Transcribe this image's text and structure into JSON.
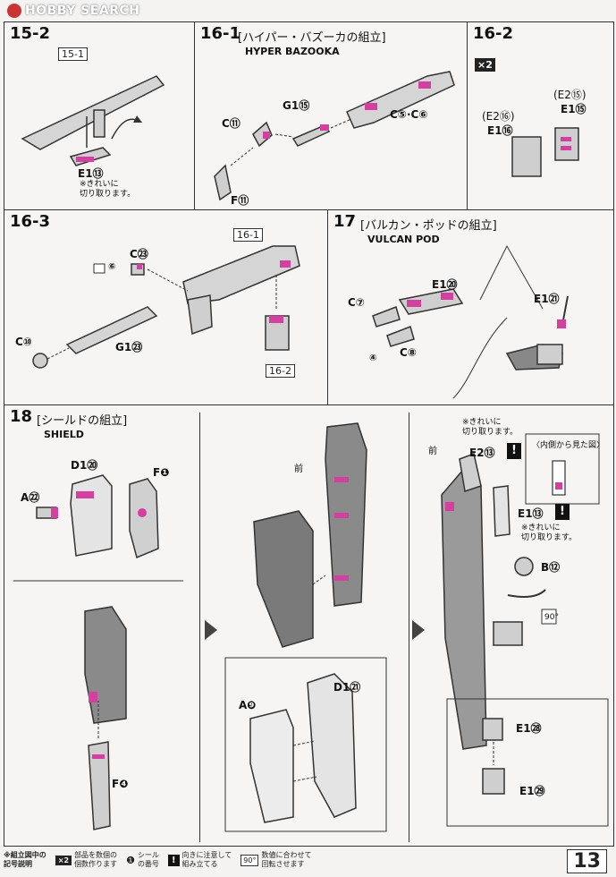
{
  "watermark": "HOBBY SEARCH",
  "page_number": "13",
  "steps": {
    "s15_2": {
      "num": "15-2",
      "ref": "15-1",
      "part": "E1⑬",
      "note": "※きれいに\n切り取ります。"
    },
    "s16_1": {
      "num": "16-1",
      "jp": "[ハイパー・バズーカの組立]",
      "en": "HYPER BAZOOKA",
      "parts": [
        "C⑪",
        "G1⑮",
        "C⑤·C⑥",
        "F⑪"
      ]
    },
    "s16_2": {
      "num": "16-2",
      "badge": "×2",
      "parts": [
        "(E2⑯)",
        "E1⑯",
        "(E2⑮)",
        "E1⑮"
      ]
    },
    "s16_3": {
      "num": "16-3",
      "ref_top": "16-1",
      "ref_bottom": "16-2",
      "parts": [
        "C㉓",
        "C⑩",
        "G1㉓"
      ],
      "seal": "⑥"
    },
    "s17": {
      "num": "17",
      "jp": "[バルカン・ポッドの組立]",
      "en": "VULCAN POD",
      "parts": [
        "C⑦",
        "E1⑳",
        "C⑧",
        "E1㉑"
      ],
      "seal": "④"
    },
    "s18": {
      "num": "18",
      "jp": "[シールドの組立]",
      "en": "SHIELD",
      "parts_a": [
        "A㉒",
        "D1⑳",
        "F❶",
        "F❹"
      ],
      "front_label": "前",
      "parts_b": [
        "A❾",
        "D1㉑"
      ],
      "note_top": "※きれいに\n切り取ります。",
      "parts_c": [
        "E2⑬",
        "E1⑬",
        "B⑫",
        "E1㉘",
        "E1㉙"
      ],
      "inner_view": "〈内側から見た図〉",
      "note_mid": "※きれいに\n切り取ります。",
      "angle": "90°"
    }
  },
  "legend": {
    "title": "※組立図中の\n記号説明",
    "items": [
      {
        "icon": "×2",
        "text": "部品を数個の\n個数作ります"
      },
      {
        "icon": "❶",
        "text": "シール\nの番号"
      },
      {
        "icon": "!",
        "text": "向きに注意して\n組み立てる"
      },
      {
        "icon": "90°",
        "text": "数値に合わせて\n回転させます"
      }
    ]
  }
}
